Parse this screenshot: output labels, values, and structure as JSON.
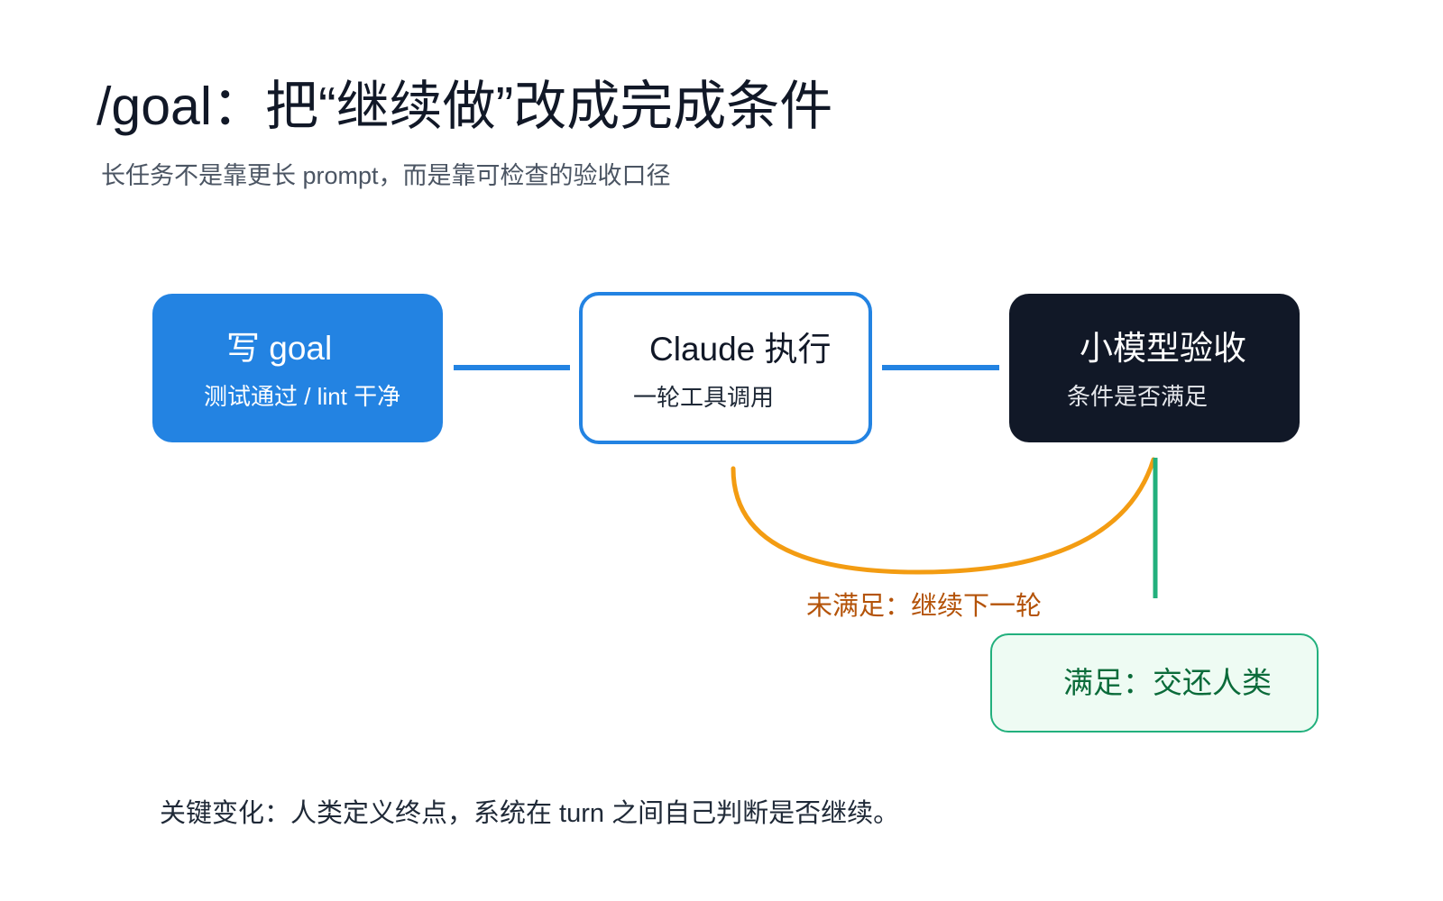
{
  "header": {
    "title": "/goal：把“继续做”改成完成条件",
    "subtitle": "长任务不是靠更长 prompt，而是靠可检查的验收口径"
  },
  "nodes": {
    "goal": {
      "title": "写 goal",
      "subtitle": "测试通过 / lint 干净"
    },
    "exec": {
      "title": "Claude 执行",
      "subtitle": "一轮工具调用"
    },
    "check": {
      "title": "小模型验收",
      "subtitle": "条件是否满足"
    },
    "done": {
      "title": "满足：交还人类"
    }
  },
  "edges": {
    "loop_label": "未满足：继续下一轮"
  },
  "footer": {
    "note": "关键变化：人类定义终点，系统在 turn 之间自己判断是否继续。"
  },
  "colors": {
    "primary_blue": "#2383e2",
    "dark_navy": "#111827",
    "loop_orange": "#f39c12",
    "success_green": "#22b07d",
    "success_bg": "#eefbf3",
    "loop_text": "#b45309"
  }
}
